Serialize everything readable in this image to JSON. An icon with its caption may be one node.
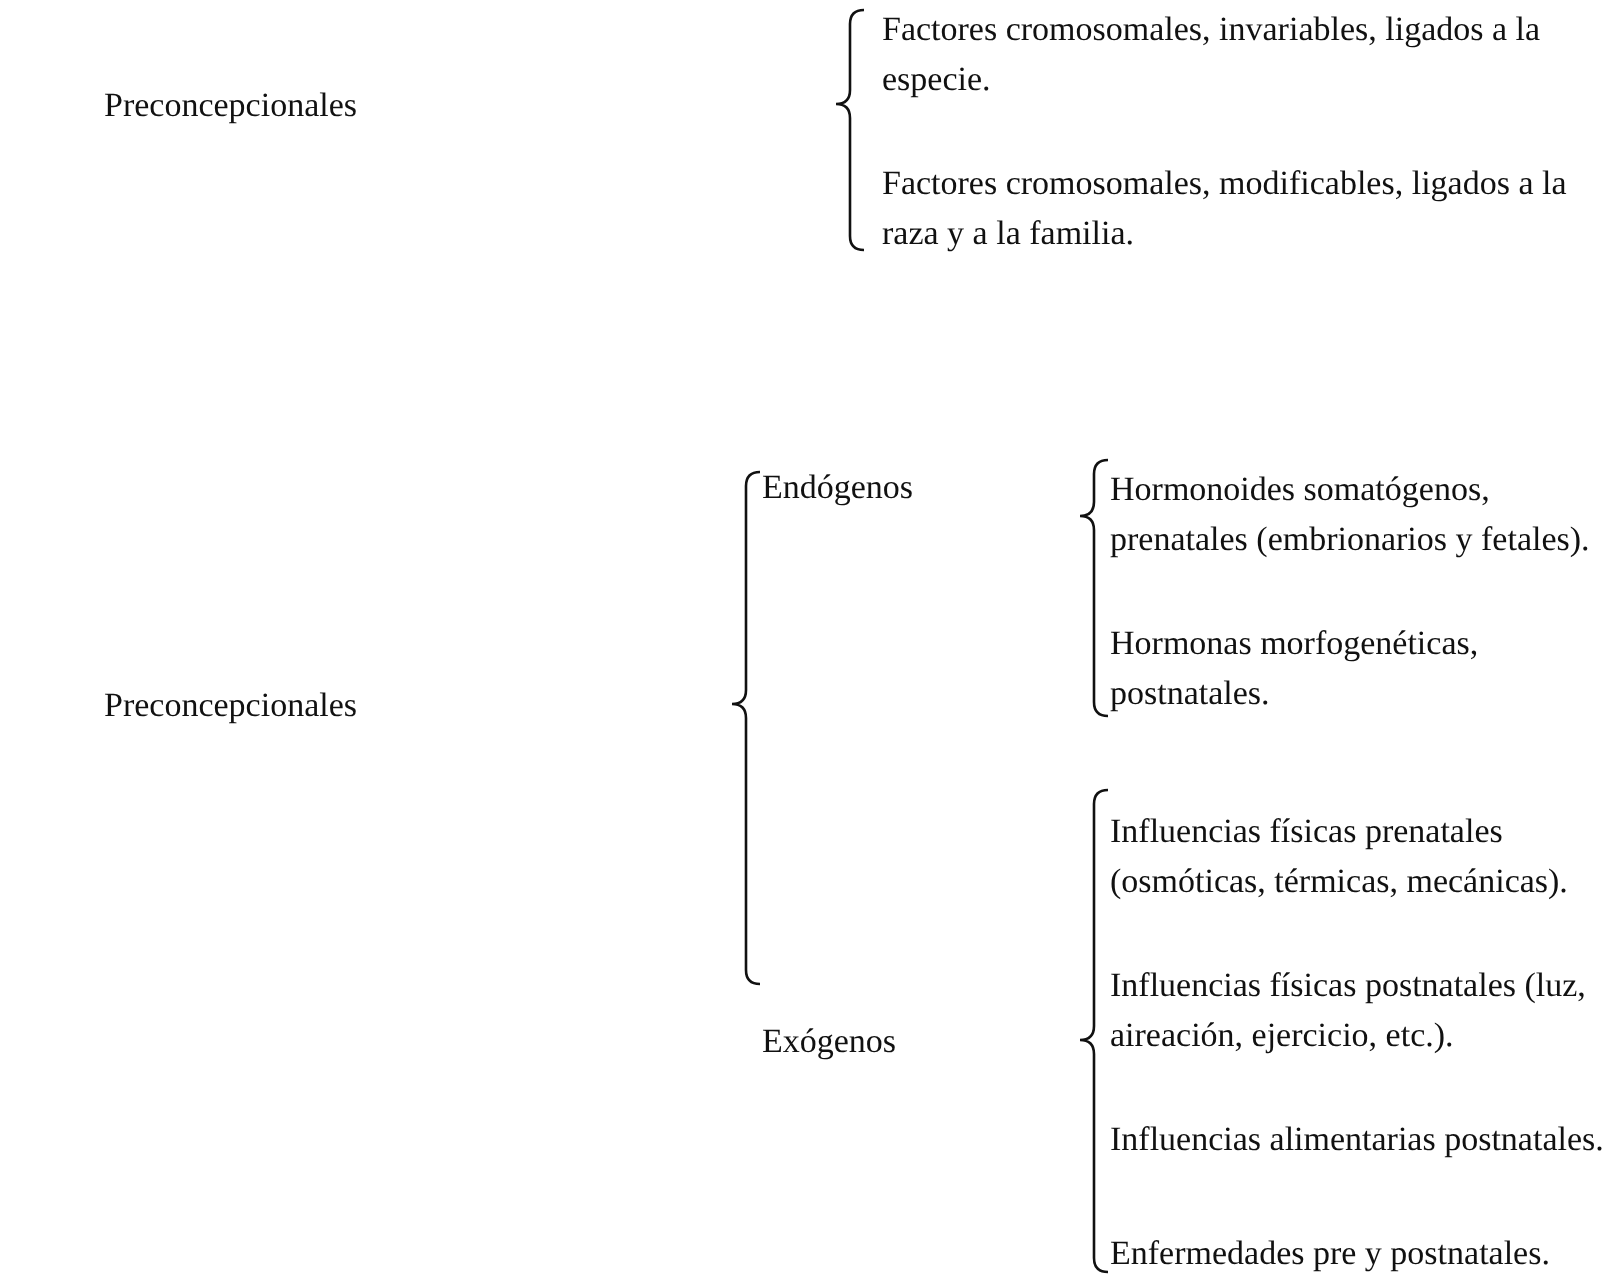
{
  "diagram": {
    "nodes": [
      {
        "text": [
          "Preconcepcionales"
        ]
      },
      {
        "text": [
          "Factores cromosomales, invariables, ligados a la especie."
        ]
      },
      {
        "text": [
          "Factores cromosomales, modificables, ligados a la raza y a la familia."
        ]
      },
      {
        "text": [
          "Preconcepcionales"
        ]
      },
      {
        "text": [
          "Endógenos"
        ]
      },
      {
        "text": [
          "Hormonoides somatógenos, prenatales (embrionarios y fetales)."
        ]
      },
      {
        "text": [
          "Hormonas morfogenéticas, postnatales."
        ]
      },
      {
        "text": [
          "Exógenos"
        ]
      },
      {
        "text": [
          "Influencias físicas prenatales (osmóticas, térmicas, mecánicas)."
        ]
      },
      {
        "text": [
          "Influencias físicas postnatales (luz, aireación, ejercicio, etc.)."
        ]
      },
      {
        "text": [
          "Influencias alimentarias postnatales."
        ]
      },
      {
        "text": [
          "Enfermedades pre y postnatales."
        ]
      }
    ]
  }
}
